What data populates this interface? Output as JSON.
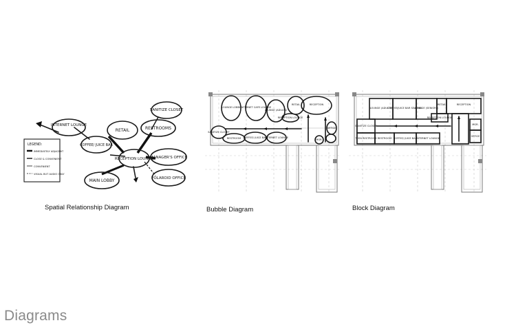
{
  "page": {
    "title": "Diagrams"
  },
  "captions": {
    "spatial": "Spatial Relationship Diagram",
    "bubble": "Bubble Diagram",
    "block": "Block Diagram"
  },
  "spatial": {
    "nodes": {
      "internet": "INTERNET LOUNGE",
      "retail": "RETAIL",
      "restrooms": "RESTROOMS",
      "sanitize": "SANITIZE CLOSET",
      "coffee": "COFFEE/ JUICE BAR",
      "reception": "RECEPTION LOUNGE",
      "manager": "MANAGER'S OFFICE",
      "polaroid": "POLAROID OFFICE",
      "lobby": "MAIN LOBBY"
    },
    "legend": {
      "title": "LEGEND:",
      "items": [
        "IMMEDIATELY ADJACENT",
        "CLOSE & CONVENIENT",
        "CONVENIENT",
        "VISUAL BUT AUDIO ONLY"
      ]
    }
  },
  "bubble": {
    "labels": {
      "lounge_lobby": "LOUNGE LOBBY",
      "internet_cafe": "INTERNET CAFE LOUNGE",
      "lounge_adults": "LOUNGE (ADULTS)",
      "retail": "RETAIL",
      "reception": "RECEPTION",
      "reception_lounge": "RECEPTION LOUNGE",
      "sanitize": "SANITIZE CLOSET",
      "restroom": "RESTROOM",
      "coffee": "COFFEE/ JUICE BAR",
      "internet_lounge": "INTERNET LOUNGE",
      "office": "OFFICE",
      "mgr": "MGR."
    }
  },
  "block": {
    "labels": {
      "lounge_adults": "LOUNGE (ADULTS)",
      "coffee_seating": "COFFEE/JUICE BAR SEATING",
      "lounge_seniors": "LOUNGE (SENIORS)",
      "retail": "RETAIL",
      "reception": "RECEPTION",
      "reception_lounge": "RECEPTION LOUNGE",
      "sanitize": "SANITIZE CLOSET",
      "restroom1": "TEEN RESTROOM",
      "restroom2": "RESTROOM",
      "coffee": "COFFEE/ JUICE BAR",
      "internet_lounge": "INTERNET LOUNGE",
      "mgr": "MGR.",
      "office": "OFFICE"
    }
  }
}
